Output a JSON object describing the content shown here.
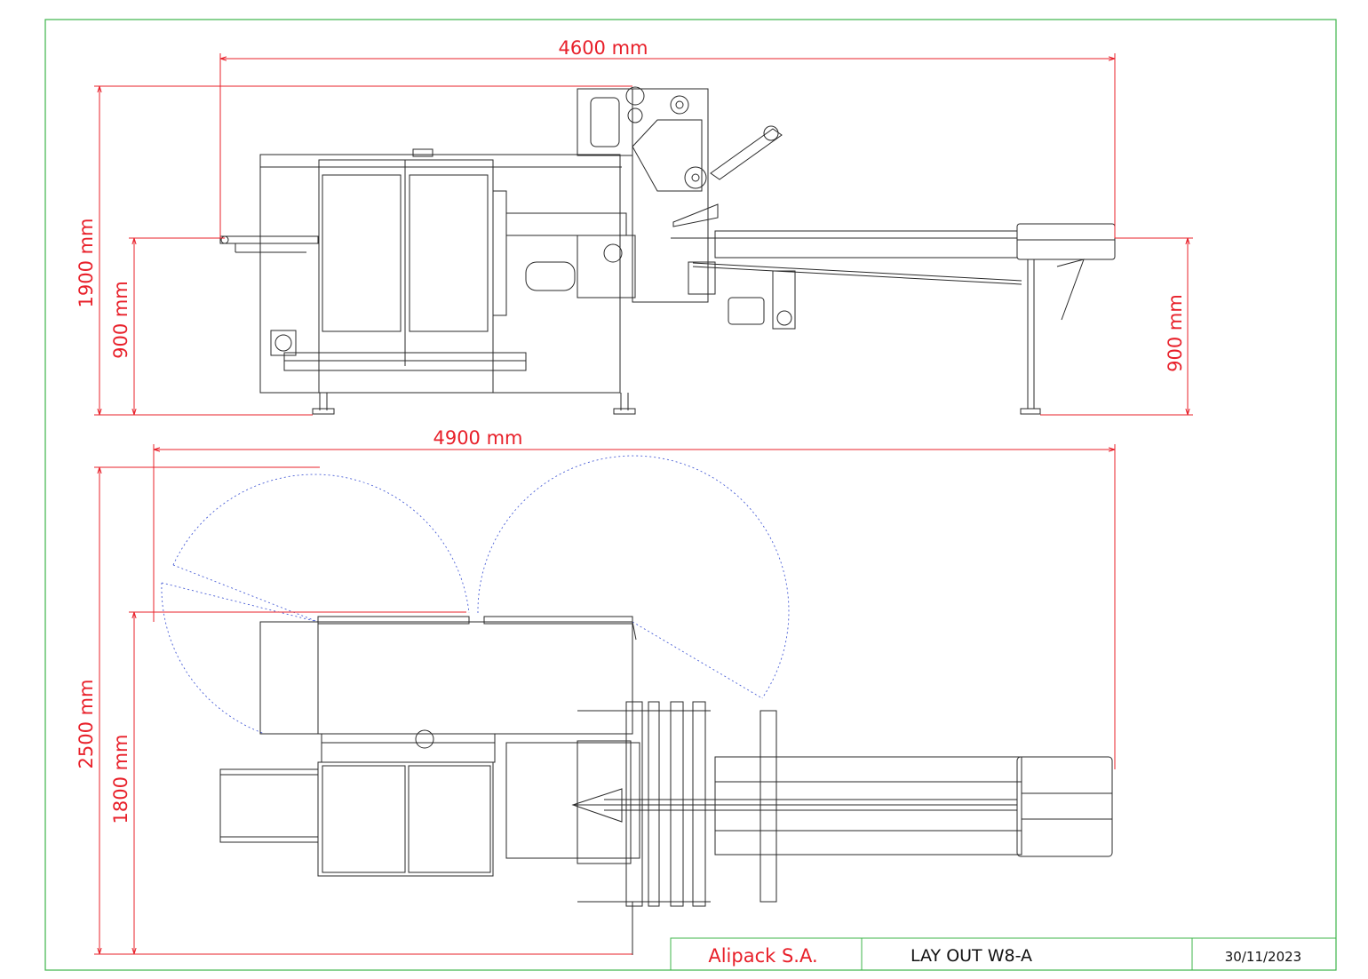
{
  "colors": {
    "frame": "#3cb54a",
    "dimension": "#e8202a",
    "machine": "#2a2a2a",
    "swing": "#4a5fd6",
    "title_block_text": "#111111"
  },
  "dimensions": {
    "side_width": "4600 mm",
    "side_height": "1900 mm",
    "side_left_table_height": "900 mm",
    "side_right_table_height": "900 mm",
    "top_width": "4900 mm",
    "top_depth": "2500 mm",
    "top_inner_depth": "1800 mm"
  },
  "title_block": {
    "company": "Alipack S.A.",
    "drawing_title": "LAY OUT W8-A",
    "date": "30/11/2023"
  }
}
